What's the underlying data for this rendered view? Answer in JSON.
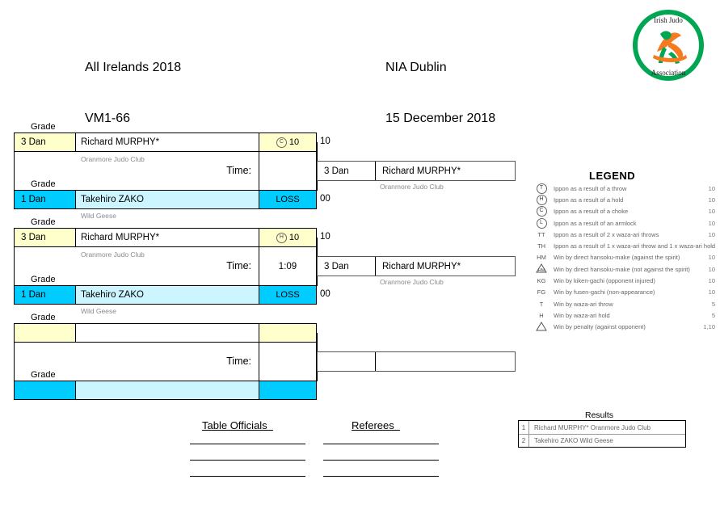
{
  "header": {
    "event_name": "All Irelands 2018",
    "category": "VM1-66",
    "venue": "NIA Dublin",
    "date": "15 December 2018"
  },
  "logo": {
    "name": "irish-judo-association-logo",
    "text_top": "Irish Judo",
    "text_bottom": "Association",
    "ring_color": "#00a651",
    "figure_orange": "#f47b20",
    "figure_green": "#00a651"
  },
  "grade_label": "Grade",
  "time_label": "Time:",
  "loss_label": "LOSS",
  "matches": [
    {
      "id": "match-1",
      "white": {
        "grade": "3 Dan",
        "name": "Richard MURPHY*",
        "club": "Oranmore Judo Club",
        "score_symbol": "C",
        "score_symbol_shape": "circle",
        "score_value": "10",
        "outer_score": "10"
      },
      "blue": {
        "grade": "1 Dan",
        "name": "Takehiro ZAKO",
        "club": "Wild Geese",
        "score_text": "LOSS",
        "outer_score": "00"
      },
      "time": ""
    },
    {
      "id": "match-2",
      "white": {
        "grade": "3 Dan",
        "name": "Richard MURPHY*",
        "club": "Oranmore Judo Club",
        "score_symbol": "H",
        "score_symbol_shape": "circle",
        "score_value": "10",
        "outer_score": "10"
      },
      "blue": {
        "grade": "1 Dan",
        "name": "Takehiro ZAKO",
        "club": "Wild Geese",
        "score_text": "LOSS",
        "outer_score": "00"
      },
      "time": "1:09"
    },
    {
      "id": "match-3",
      "white": {
        "grade": "",
        "name": "",
        "club": "",
        "score_symbol": "",
        "score_symbol_shape": "none",
        "score_value": "",
        "outer_score": ""
      },
      "blue": {
        "grade": "",
        "name": "",
        "club": "",
        "score_text": "",
        "outer_score": ""
      },
      "time": ""
    }
  ],
  "winners": [
    {
      "id": "winner-1",
      "grade": "3 Dan",
      "name": "Richard MURPHY*",
      "club": "Oranmore Judo Club"
    },
    {
      "id": "winner-2",
      "grade": "3 Dan",
      "name": "Richard MURPHY*",
      "club": "Oranmore Judo Club"
    },
    {
      "id": "winner-3",
      "grade": "",
      "name": "",
      "club": ""
    }
  ],
  "legend": {
    "title": "LEGEND",
    "rows": [
      {
        "symbol": "T",
        "shape": "circle",
        "desc": "Ippon as a result of a throw",
        "points": "10"
      },
      {
        "symbol": "H",
        "shape": "circle",
        "desc": "Ippon as a result of a hold",
        "points": "10"
      },
      {
        "symbol": "C",
        "shape": "circle",
        "desc": "Ippon as a result of a choke",
        "points": "10"
      },
      {
        "symbol": "L",
        "shape": "circle",
        "desc": "Ippon as a result of an armlock",
        "points": "10"
      },
      {
        "symbol": "TT",
        "shape": "plain",
        "desc": "Ippon as a result of 2 x waza-ari throws",
        "points": "10"
      },
      {
        "symbol": "TH",
        "shape": "plain",
        "desc": "Ippon as a result of 1 x waza-ari throw and 1 x waza-ari hold",
        "points": "10"
      },
      {
        "symbol": "HM",
        "shape": "plain",
        "desc": "Win by direct hansoku-make (against the spirit)",
        "points": "10"
      },
      {
        "symbol": "HM",
        "shape": "triangle",
        "desc": "Win by direct hansoku-make (not against the spirit)",
        "points": "10"
      },
      {
        "symbol": "KG",
        "shape": "plain",
        "desc": "Win by kiken-gachi (opponent injured)",
        "points": "10"
      },
      {
        "symbol": "FG",
        "shape": "plain",
        "desc": "Win by fusen-gachi (non-appearance)",
        "points": "10"
      },
      {
        "symbol": "T",
        "shape": "plain",
        "desc": "Win by waza-ari throw",
        "points": "5"
      },
      {
        "symbol": "H",
        "shape": "plain",
        "desc": "Win by waza-ari hold",
        "points": "5"
      },
      {
        "symbol": "",
        "shape": "triangle",
        "desc": "Win by penalty (against opponent)",
        "points": "1,10"
      }
    ]
  },
  "officials": {
    "table_officials_label": "Table Officials  ",
    "referees_label": "Referees  ",
    "line_count": 3
  },
  "results": {
    "title": "Results",
    "rows": [
      {
        "rank": "1",
        "name": "Richard MURPHY* Oranmore Judo Club"
      },
      {
        "rank": "2",
        "name": "Takehiro ZAKO Wild Geese"
      }
    ]
  }
}
